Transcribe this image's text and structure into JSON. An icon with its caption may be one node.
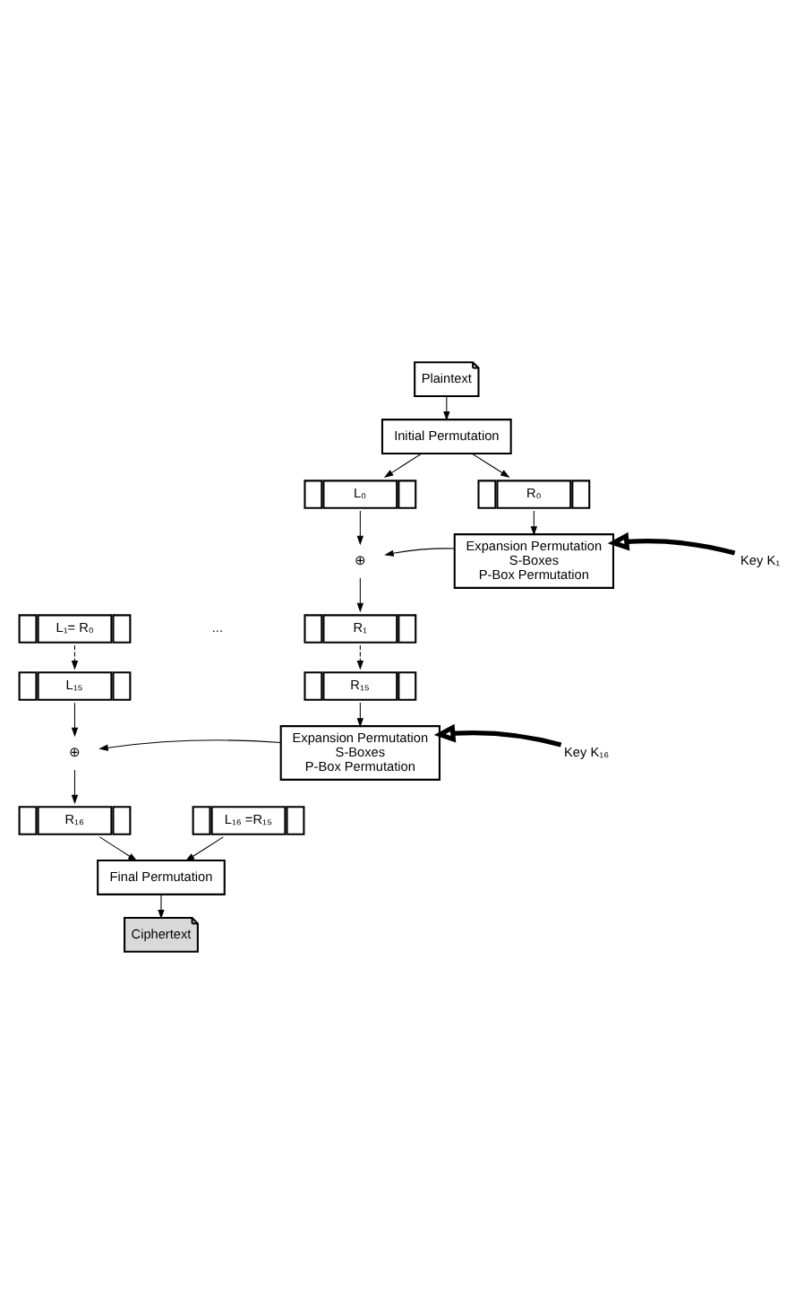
{
  "diagram": {
    "nodes": [
      {
        "text": [
          "Plaintext"
        ]
      },
      {
        "text": [
          "Initial Permutation"
        ]
      },
      {
        "text": [
          "L₀"
        ]
      },
      {
        "text": [
          "R₀"
        ]
      },
      {
        "text": [
          "⊕"
        ]
      },
      {
        "text": [
          "Expansion Permutation",
          "S-Boxes",
          "P-Box Permutation"
        ]
      },
      {
        "text": [
          "Key K₁"
        ]
      },
      {
        "text": [
          "L₁= R₀"
        ]
      },
      {
        "text": [
          "R₁"
        ]
      },
      {
        "text": [
          "L₁₅"
        ]
      },
      {
        "text": [
          "R₁₅"
        ]
      },
      {
        "text": [
          "⊕"
        ]
      },
      {
        "text": [
          "Expansion Permutation",
          "S-Boxes",
          "P-Box Permutation"
        ]
      },
      {
        "text": [
          "Key K₁₆"
        ]
      },
      {
        "text": [
          "R₁₆"
        ]
      },
      {
        "text": [
          "L₁₆ =R₁₅"
        ]
      },
      {
        "text": [
          "Final Permutation"
        ]
      },
      {
        "text": [
          "Ciphertext"
        ]
      }
    ],
    "edges": [
      {
        "from": 0,
        "to": 1,
        "arrow": "to"
      },
      {
        "from": 1,
        "to": 2,
        "arrow": "to"
      },
      {
        "from": 1,
        "to": 3,
        "arrow": "to"
      },
      {
        "from": 2,
        "to": 4,
        "arrow": "to"
      },
      {
        "from": 3,
        "to": 5,
        "arrow": "to"
      },
      {
        "from": 5,
        "to": 4,
        "arrow": "to"
      },
      {
        "from": 6,
        "to": 5,
        "arrow": "to",
        "style": "thick"
      },
      {
        "from": 4,
        "to": 8,
        "arrow": "to"
      },
      {
        "from": 7,
        "to": 9,
        "arrow": "to",
        "style": "dashed"
      },
      {
        "from": 8,
        "to": 10,
        "arrow": "to",
        "style": "dashed"
      },
      {
        "from": 10,
        "to": 12,
        "arrow": "to"
      },
      {
        "from": 9,
        "to": 11,
        "arrow": "to"
      },
      {
        "from": 12,
        "to": 11,
        "arrow": "to"
      },
      {
        "from": 13,
        "to": 12,
        "arrow": "to",
        "style": "thick"
      },
      {
        "from": 11,
        "to": 14,
        "arrow": "to"
      },
      {
        "from": 14,
        "to": 16,
        "arrow": "to"
      },
      {
        "from": 15,
        "to": 16,
        "arrow": "to"
      },
      {
        "from": 16,
        "to": 17,
        "arrow": "to"
      }
    ],
    "labels": [
      "..."
    ]
  }
}
